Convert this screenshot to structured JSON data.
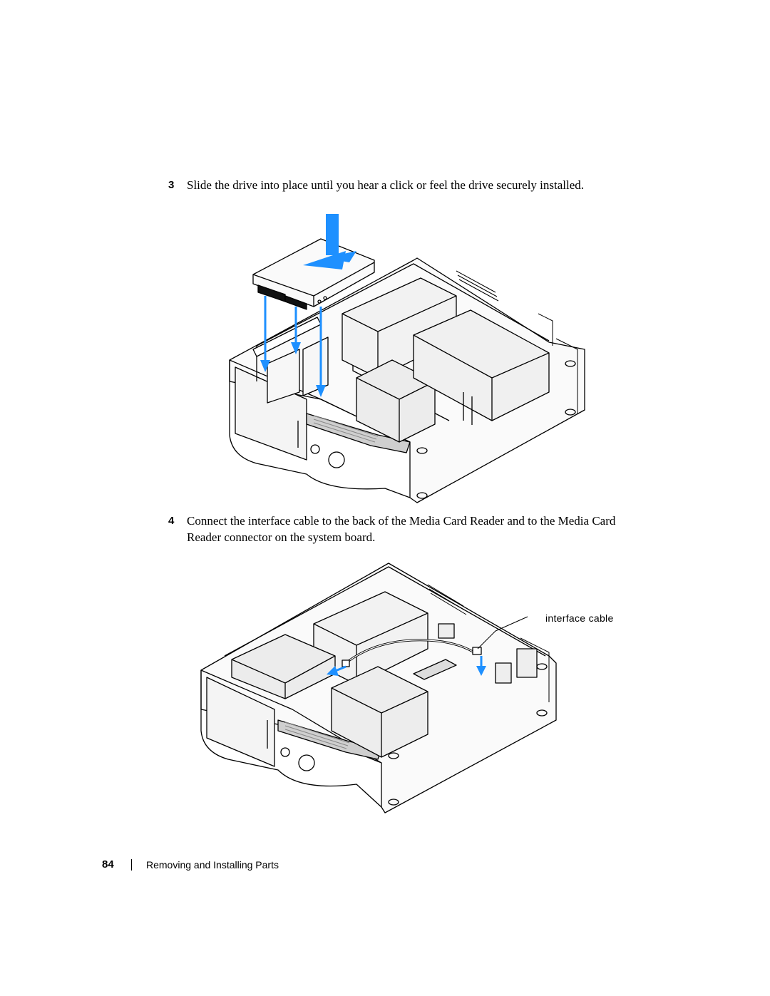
{
  "steps": [
    {
      "number": "3",
      "text": "Slide the drive into place until you hear a click or feel the drive securely installed."
    },
    {
      "number": "4",
      "text": "Connect the interface cable to the back of the Media Card Reader and to the Media Card Reader connector on the system board."
    }
  ],
  "figure2": {
    "callout": "interface cable"
  },
  "footer": {
    "page_number": "84",
    "section_title": "Removing and Installing Parts"
  },
  "colors": {
    "arrow": "#1e90ff",
    "line": "#000000"
  }
}
